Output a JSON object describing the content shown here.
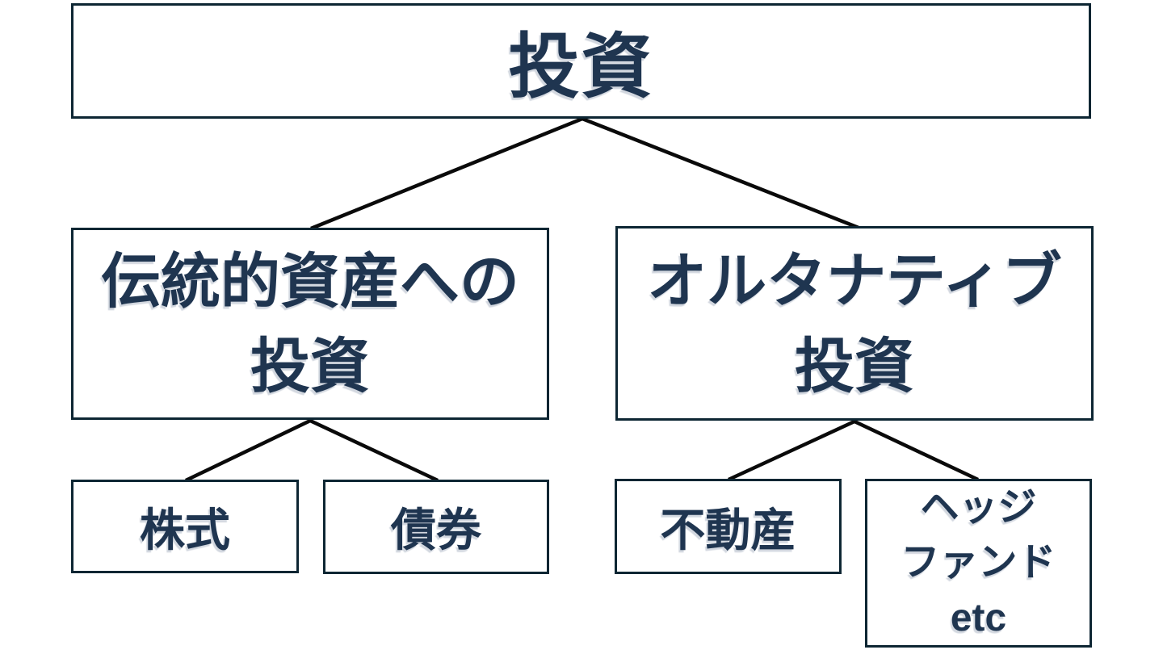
{
  "diagram": {
    "type": "tree",
    "direction": "top-down",
    "colors": {
      "text": "#1f3550",
      "box_border": "#0d2633",
      "box_fill": "#ffffff",
      "connector": "#0a0a0a",
      "background": "#ffffff"
    },
    "nodes": {
      "root": {
        "lines": [
          "投資"
        ]
      },
      "traditional": {
        "lines": [
          "伝統的資産への",
          "投資"
        ],
        "parent": "root"
      },
      "alternative": {
        "lines": [
          "オルタナティブ",
          "投資"
        ],
        "parent": "root"
      },
      "stocks": {
        "lines": [
          "株式"
        ],
        "parent": "traditional"
      },
      "bonds": {
        "lines": [
          "債券"
        ],
        "parent": "traditional"
      },
      "real_estate": {
        "lines": [
          "不動産"
        ],
        "parent": "alternative"
      },
      "hedge_fund": {
        "lines": [
          "ヘッジ",
          "ファンド",
          "etc"
        ],
        "parent": "alternative"
      }
    }
  }
}
